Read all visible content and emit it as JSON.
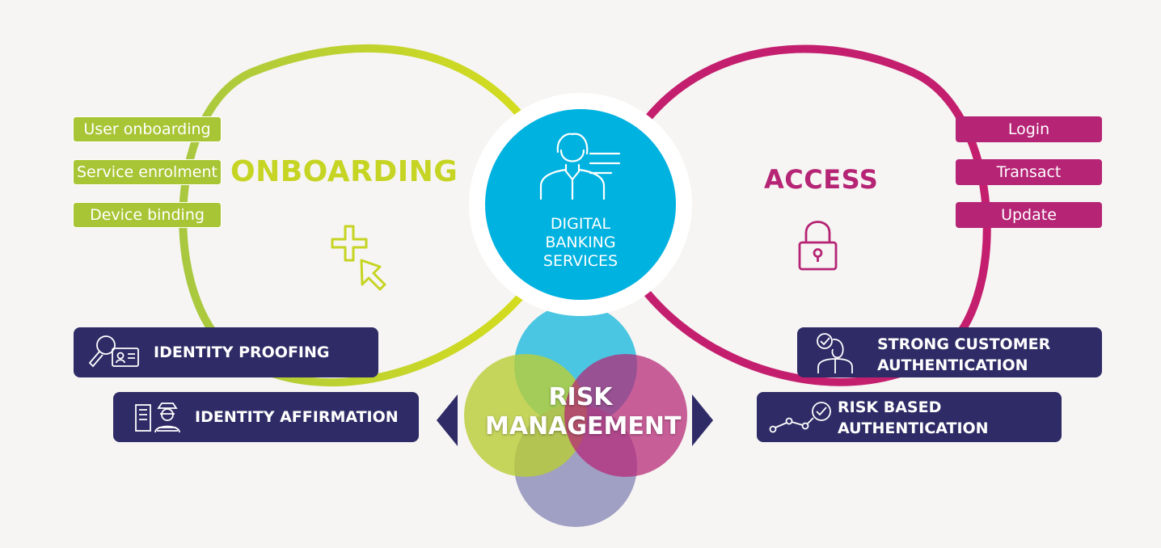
{
  "center": {
    "line1": "DIGITAL",
    "line2": "BANKING",
    "line3": "SERVICES"
  },
  "onboarding": {
    "title": "ONBOARDING",
    "tags": [
      "User onboarding",
      "Service enrolment",
      "Device binding"
    ],
    "color": "#c6d423"
  },
  "access": {
    "title": "ACCESS",
    "tags": [
      "Login",
      "Transact",
      "Update"
    ],
    "color": "#b52475"
  },
  "boxes": {
    "identity_proofing": "IDENTITY PROOFING",
    "identity_affirmation": "IDENTITY AFFIRMATION",
    "sca_line1": "STRONG CUSTOMER",
    "sca_line2": "AUTHENTICATION",
    "rba_line1": "RISK BASED",
    "rba_line2": "AUTHENTICATION"
  },
  "risk": {
    "line1": "RISK",
    "line2": "MANAGEMENT"
  },
  "colors": {
    "navy": "#2e2b66",
    "cyan": "#00b2e0",
    "background": "#f6f5f3"
  }
}
